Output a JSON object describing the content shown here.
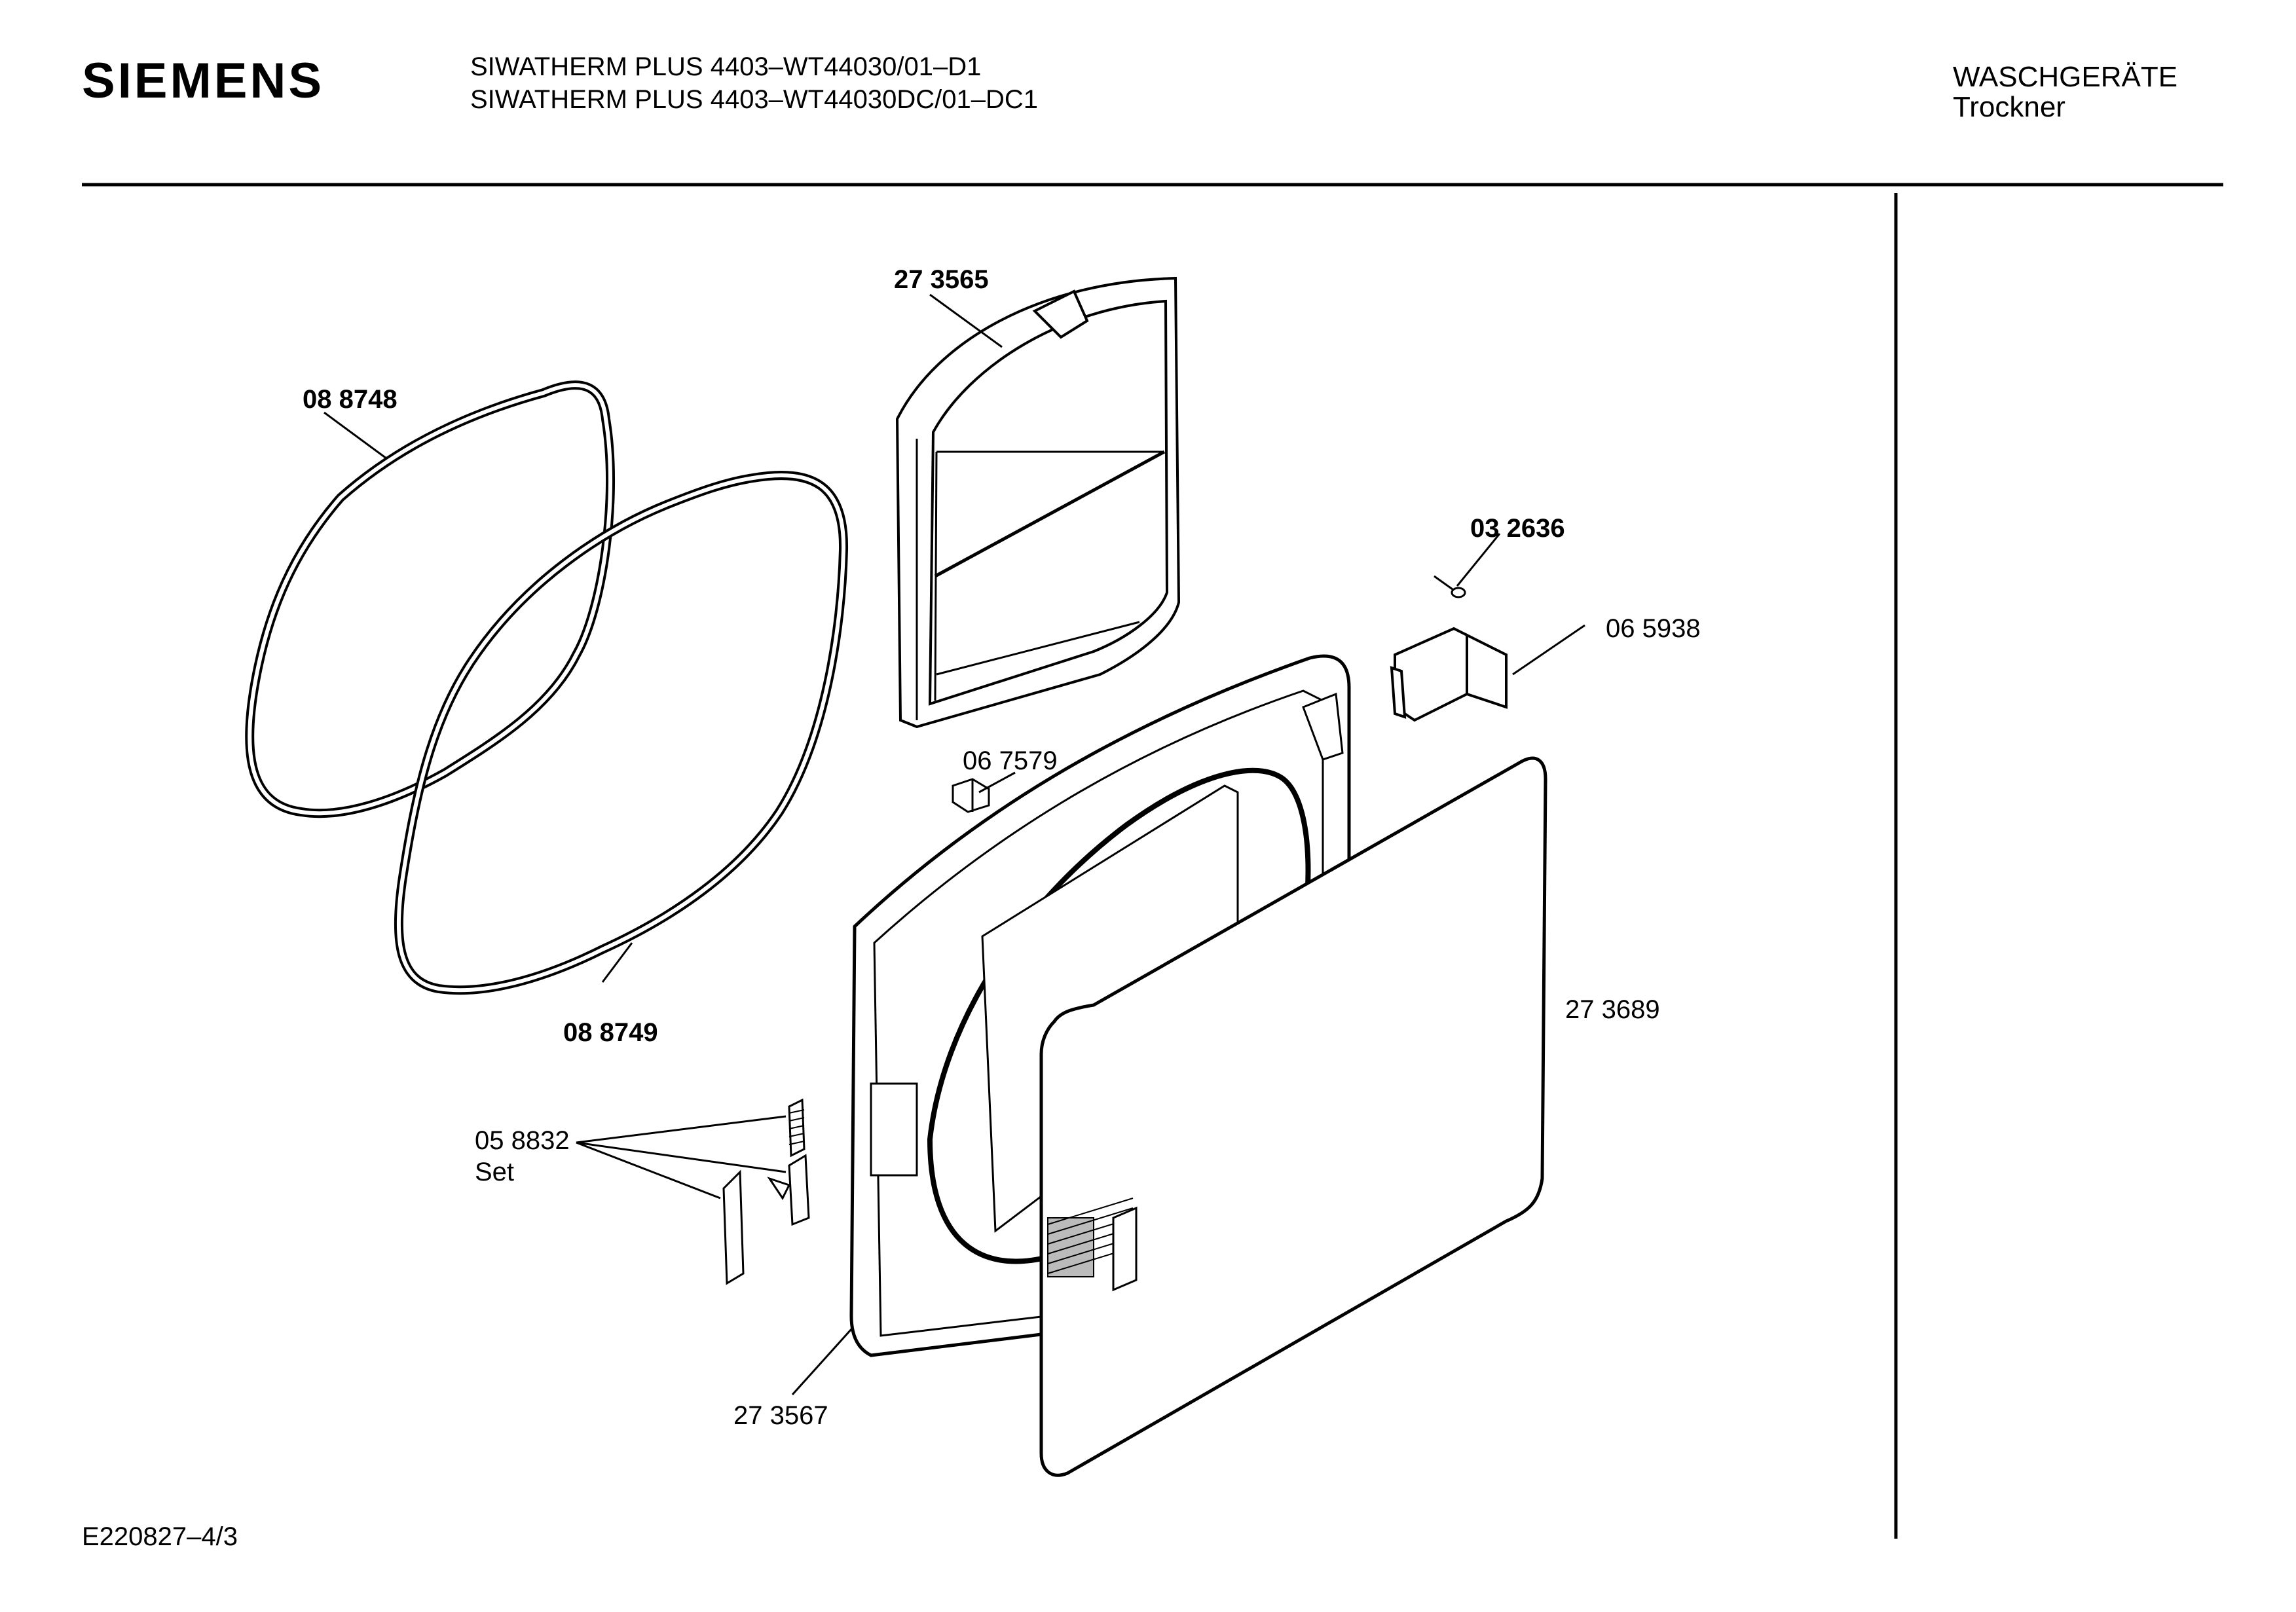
{
  "header": {
    "brand": "SIEMENS",
    "model_lines": [
      "SIWATHERM PLUS 4403–WT44030/01–D1",
      "SIWATHERM PLUS 4403–WT44030DC/01–DC1"
    ],
    "category": "WASCHGERÄTE",
    "subcategory": "Trockner"
  },
  "parts": {
    "seal_outer": "08 8748",
    "seal_inner": "08 8749",
    "filter_frame": "27 3565",
    "screw": "03 2636",
    "hinge": "06 5938",
    "catch": "06 7579",
    "door_panel": "27 3689",
    "door_frame": "27 3567",
    "set_part": "05 8832",
    "set_label": "Set"
  },
  "footer": {
    "doc_code": "E220827–4/3"
  }
}
